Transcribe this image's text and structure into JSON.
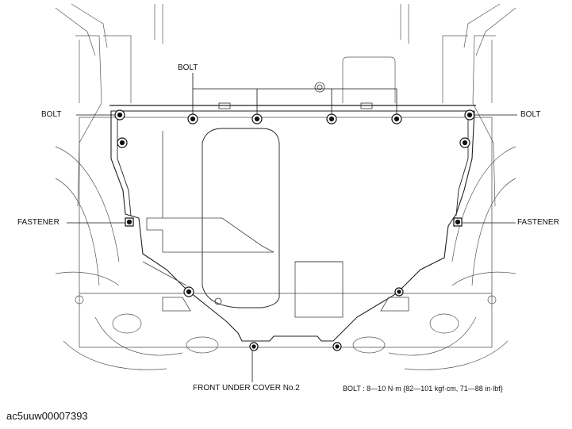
{
  "labels": {
    "bolt_top": "BOLT",
    "bolt_left": "BOLT",
    "bolt_right": "BOLT",
    "fastener_left": "FASTENER",
    "fastener_right": "FASTENER",
    "part_name": "FRONT UNDER COVER No.2",
    "torque_spec": "BOLT : 8—10 N·m {82—101 kgf·cm, 71—88 in·lbf}"
  },
  "figure_id": "ac5uuw00007393"
}
